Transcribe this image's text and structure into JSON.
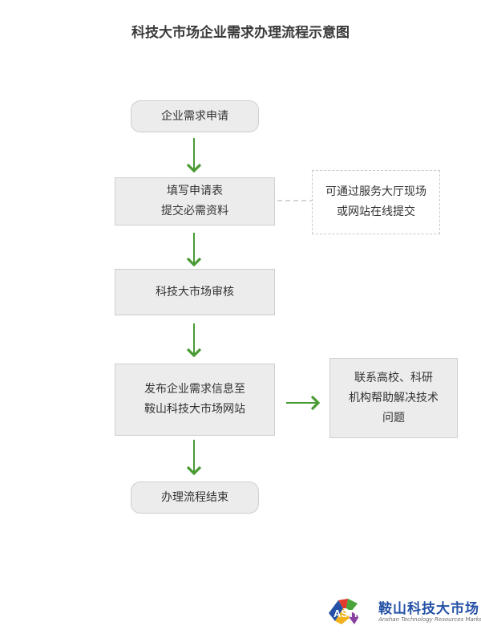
{
  "title": "科技大市场企业需求办理流程示意图",
  "steps": [
    {
      "lines": [
        "企业需求申请"
      ]
    },
    {
      "lines": [
        "填写申请表",
        "提交必需资料"
      ]
    },
    {
      "lines": [
        "科技大市场审核"
      ]
    },
    {
      "lines": [
        "发布企业需求信息至",
        "鞍山科技大市场网站"
      ]
    },
    {
      "lines": [
        "办理流程结束"
      ]
    }
  ],
  "notes": [
    {
      "lines": [
        "可通过服务大厅现场",
        "或网站在线提交"
      ]
    },
    {
      "lines": [
        "联系高校、科研",
        "机构帮助解决技术",
        "问题"
      ]
    }
  ],
  "logo": {
    "mark_text": "ASTM",
    "name": "鞍山科技大市场",
    "subtitle": "Anshan Technology Resources Market"
  },
  "colors": {
    "arrow": "#4a9a33",
    "box_fill": "#ececec",
    "box_border": "#cfcfcf",
    "dashed_border": "#c9c9c9",
    "logo_blue": "#2451a6"
  },
  "icons": [
    "arrow-down-icon",
    "arrow-right-icon",
    "logo-mark-icon"
  ]
}
